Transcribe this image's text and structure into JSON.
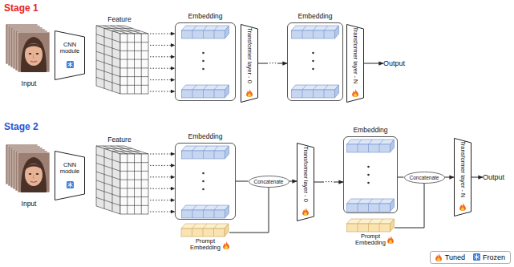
{
  "diagram": {
    "nodes": [
      {
        "text": [
          "Input"
        ]
      },
      {
        "text": [
          "CNN module"
        ]
      },
      {
        "text": [
          "Feature"
        ]
      },
      {
        "text": [
          "Embedding"
        ]
      },
      {
        "text": [
          "Transformer layer - 0"
        ]
      },
      {
        "text": [
          "Embedding"
        ]
      },
      {
        "text": [
          "Transformer layer - N"
        ]
      },
      {
        "text": [
          "Output"
        ]
      },
      {
        "text": [
          "Input"
        ]
      },
      {
        "text": [
          "CNN module"
        ]
      },
      {
        "text": [
          "Feature"
        ]
      },
      {
        "text": [
          "Embedding"
        ]
      },
      {
        "text": [
          "Prompt Embedding"
        ]
      },
      {
        "text": [
          "Concatenate"
        ]
      },
      {
        "text": [
          "Transformer layer - 0"
        ]
      },
      {
        "text": [
          "Embedding"
        ]
      },
      {
        "text": [
          "Prompt Embedding"
        ]
      },
      {
        "text": [
          "Concatenate"
        ]
      },
      {
        "text": [
          "Transformer layer - N"
        ]
      },
      {
        "text": [
          "Output"
        ]
      }
    ],
    "edges": [
      {
        "from": 2,
        "to": 3,
        "arrow": "to"
      },
      {
        "from": 4,
        "to": 5,
        "arrow": "to",
        "label": "···"
      },
      {
        "from": 6,
        "to": 7,
        "arrow": "to"
      },
      {
        "from": 10,
        "to": 11,
        "arrow": "to"
      },
      {
        "from": 11,
        "to": 13,
        "arrow": "none"
      },
      {
        "from": 12,
        "to": 13,
        "arrow": "none"
      },
      {
        "from": 13,
        "to": 14,
        "arrow": "to"
      },
      {
        "from": 14,
        "to": 15,
        "arrow": "to",
        "label": "···"
      },
      {
        "from": 15,
        "to": 17,
        "arrow": "none"
      },
      {
        "from": 16,
        "to": 17,
        "arrow": "none"
      },
      {
        "from": 17,
        "to": 18,
        "arrow": "to"
      },
      {
        "from": 18,
        "to": 19,
        "arrow": "to"
      }
    ],
    "labels": [
      "Stage 1",
      "Stage 2"
    ],
    "legend": [
      {
        "text": "Tuned"
      },
      {
        "text": "Frozen"
      }
    ]
  }
}
